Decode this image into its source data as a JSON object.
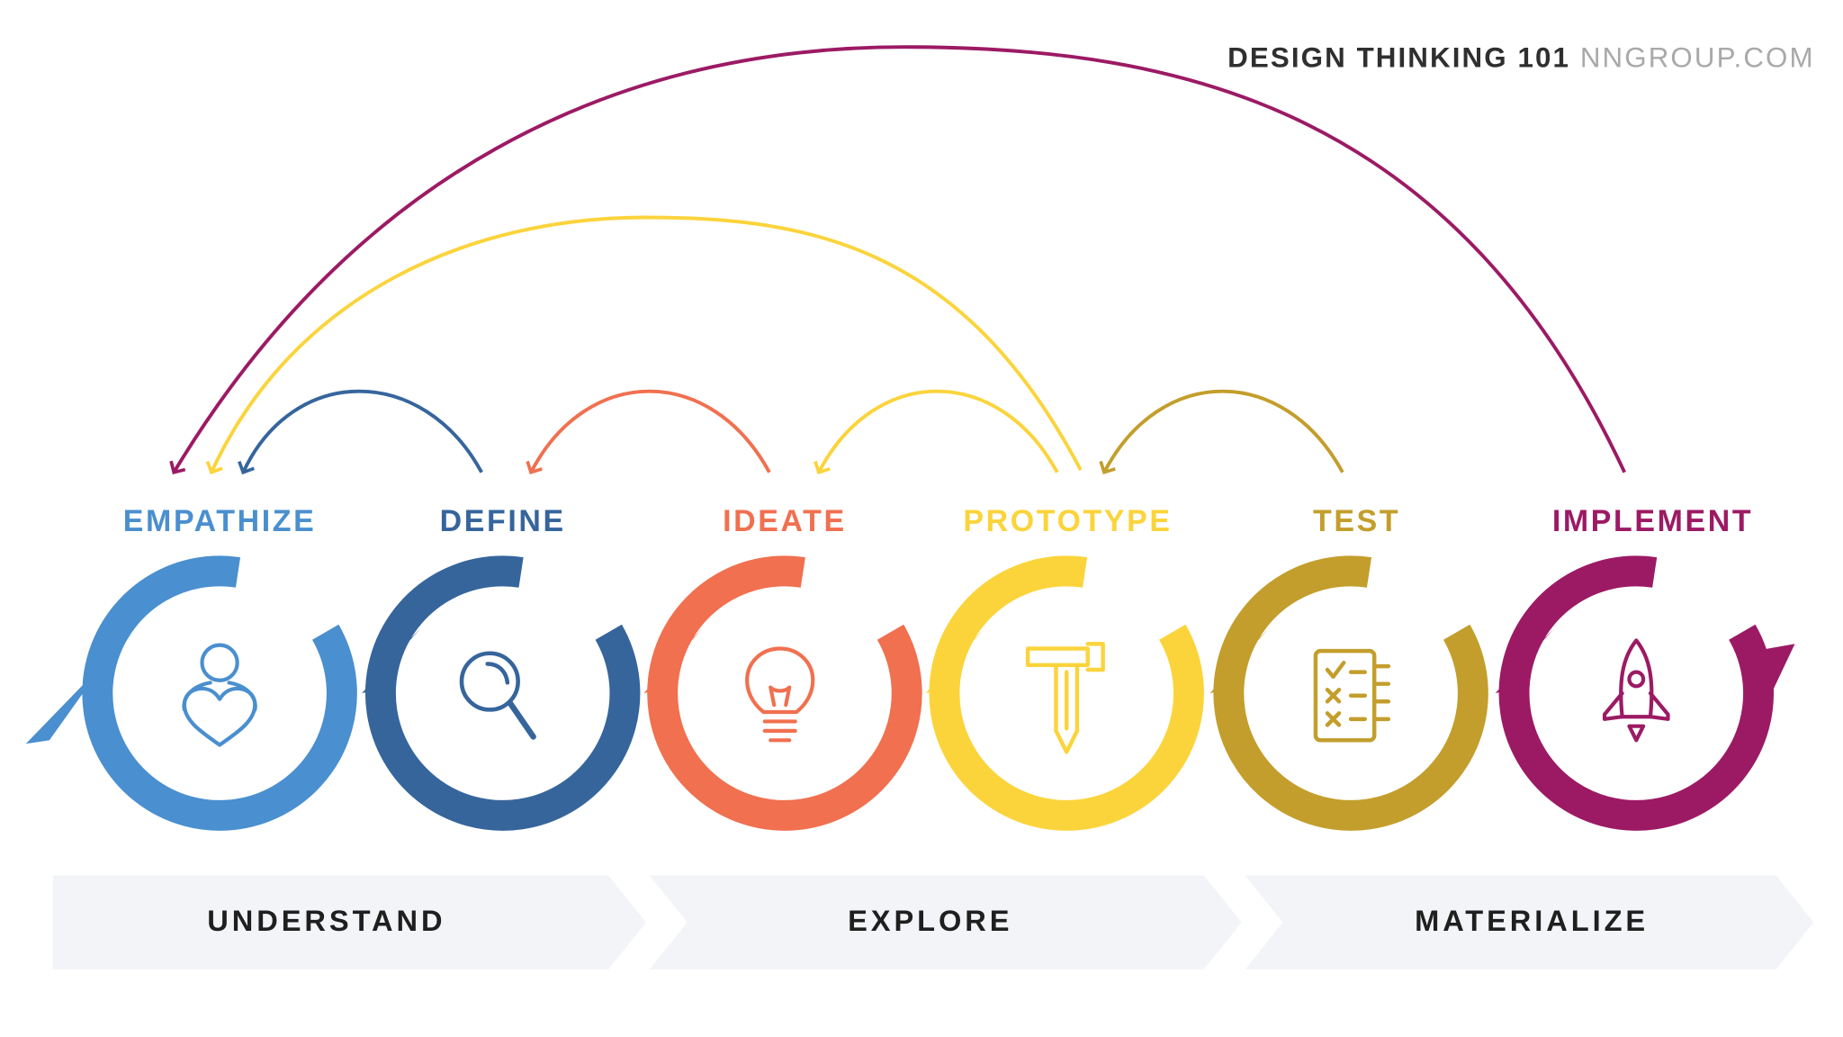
{
  "heading": {
    "title": "DESIGN THINKING 101",
    "source": "NNGROUP.COM"
  },
  "stages": [
    {
      "label": "EMPATHIZE",
      "color": "#4a8fcf",
      "icon": "person-heart-icon"
    },
    {
      "label": "DEFINE",
      "color": "#36659c",
      "icon": "magnifier-icon"
    },
    {
      "label": "IDEATE",
      "color": "#f07050",
      "icon": "lightbulb-icon"
    },
    {
      "label": "PROTOTYPE",
      "color": "#fbd43c",
      "icon": "hammer-pencil-icon"
    },
    {
      "label": "TEST",
      "color": "#c39e2c",
      "icon": "checklist-icon"
    },
    {
      "label": "IMPLEMENT",
      "color": "#9c1a64",
      "icon": "rocket-icon"
    }
  ],
  "phases": [
    {
      "label": "UNDERSTAND"
    },
    {
      "label": "EXPLORE"
    },
    {
      "label": "MATERIALIZE"
    }
  ],
  "feedback_arrows": [
    {
      "from": "DEFINE",
      "to": "EMPATHIZE",
      "color": "#36659c"
    },
    {
      "from": "IDEATE",
      "to": "DEFINE",
      "color": "#f07050"
    },
    {
      "from": "PROTOTYPE",
      "to": "IDEATE",
      "color": "#fbd43c"
    },
    {
      "from": "TEST",
      "to": "PROTOTYPE",
      "color": "#c39e2c"
    },
    {
      "from": "PROTOTYPE",
      "to": "EMPATHIZE",
      "color": "#fbd43c"
    },
    {
      "from": "IMPLEMENT",
      "to": "EMPATHIZE",
      "color": "#9c1a64"
    }
  ]
}
